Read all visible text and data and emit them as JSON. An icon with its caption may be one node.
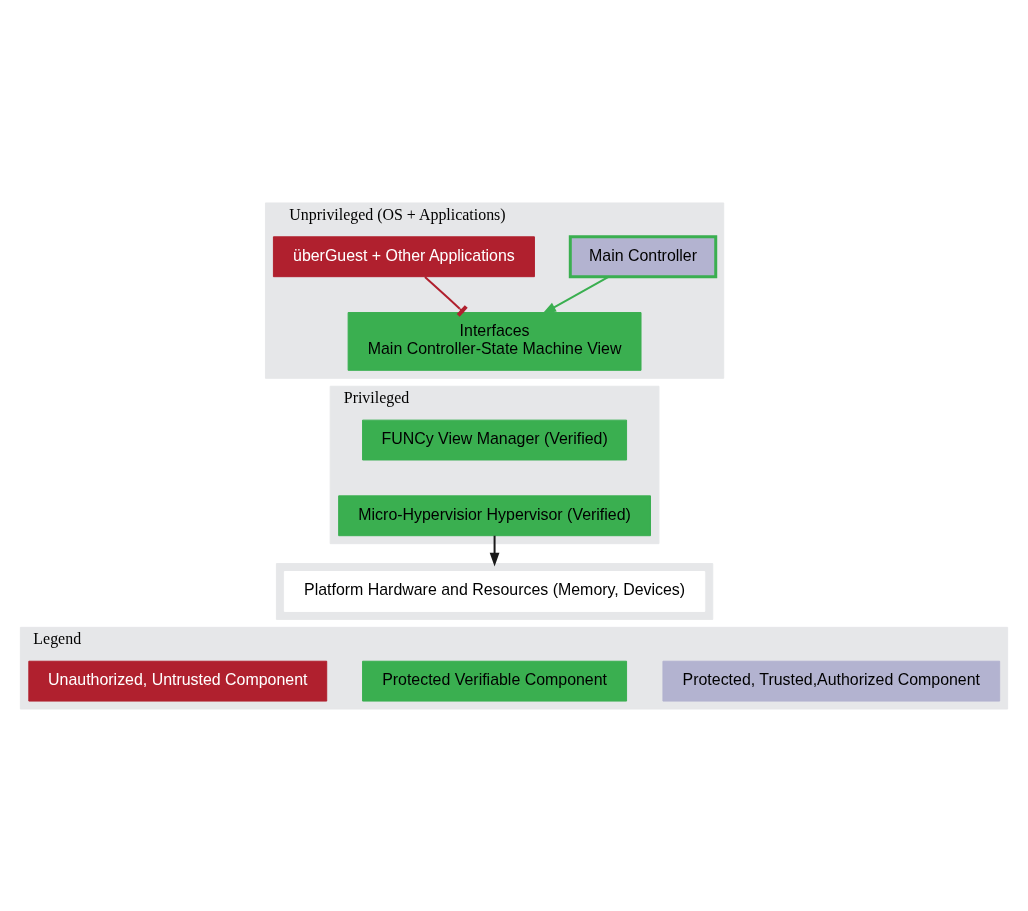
{
  "diagram": {
    "nodes": [
      {
        "text": [
          "Unprivileged (OS + Applications)"
        ]
      },
      {
        "text": [
          "überGuest + Other Applications"
        ],
        "in": 0
      },
      {
        "text": [
          "Interfaces",
          "Main Controller-State Machine View"
        ],
        "in": 0
      },
      {
        "text": [
          "Main Controller"
        ],
        "in": 0
      },
      {
        "text": [
          "Privileged"
        ]
      },
      {
        "text": [
          "FUNCy View Manager (Verified)"
        ],
        "in": 4
      },
      {
        "text": [
          "Micro-Hypervisior Hypervisor (Verified)"
        ],
        "in": 4
      },
      {
        "text": [],
        "shape": "band"
      },
      {
        "text": [
          "Platform Hardware and Resources (Memory, Devices)"
        ],
        "in": 7
      },
      {
        "text": [
          "Legend"
        ]
      },
      {
        "text": [
          "Unauthorized, Untrusted Component"
        ],
        "in": 9
      },
      {
        "text": [
          "Protected Verifiable Component"
        ],
        "in": 9
      },
      {
        "text": [
          "Protected, Trusted,Authorized Component"
        ],
        "in": 9
      }
    ],
    "edges": [
      {
        "from": 1,
        "to": 2,
        "arrow": "other",
        "color": "#b0202e"
      },
      {
        "from": 3,
        "to": 2,
        "arrow": "to",
        "color": "#3aaf50"
      },
      {
        "from": 6,
        "to": 7,
        "arrow": "to",
        "color": "#1a1a1a"
      }
    ]
  }
}
